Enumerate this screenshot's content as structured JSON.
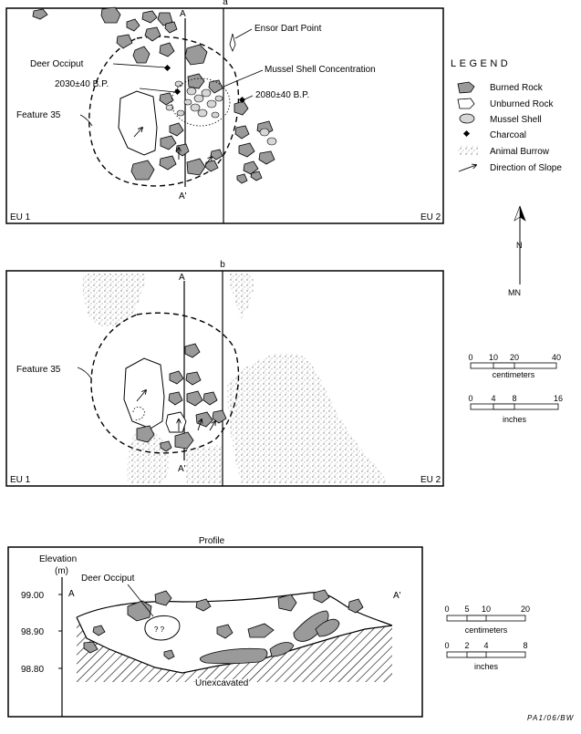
{
  "plan_a": {
    "title": "a",
    "section_top": "A",
    "section_bottom": "A'",
    "unit_left": "EU 1",
    "unit_right": "EU 2",
    "labels": {
      "ensor": "Ensor Dart Point",
      "deer": "Deer Occiput",
      "mussel": "Mussel Shell Concentration",
      "date_left": "2030±40 B.P.",
      "date_right": "2080±40 B.P.",
      "feature": "Feature 35"
    }
  },
  "plan_b": {
    "title": "b",
    "section_top": "A",
    "section_bottom": "A'",
    "unit_left": "EU 1",
    "unit_right": "EU 2",
    "feature": "Feature 35"
  },
  "legend": {
    "title": "LEGEND",
    "items": [
      {
        "icon": "burned-rock-icon",
        "label": "Burned Rock"
      },
      {
        "icon": "unburned-rock-icon",
        "label": "Unburned Rock"
      },
      {
        "icon": "mussel-shell-icon",
        "label": "Mussel Shell"
      },
      {
        "icon": "charcoal-icon",
        "label": "Charcoal"
      },
      {
        "icon": "animal-burrow-icon",
        "label": "Animal Burrow"
      },
      {
        "icon": "slope-arrow-icon",
        "label": "Direction of Slope"
      }
    ]
  },
  "north": {
    "label_n": "N",
    "label_mn": "MN"
  },
  "scale_plan": {
    "cm_ticks": [
      "0",
      "10",
      "20",
      "40"
    ],
    "cm_label": "centimeters",
    "in_ticks": [
      "0",
      "4",
      "8",
      "16"
    ],
    "in_label": "inches"
  },
  "profile": {
    "title": "Profile",
    "elevation_label": "Elevation",
    "unit_label": "(m)",
    "elevations": [
      "99.00",
      "98.90",
      "98.80"
    ],
    "left_marker": "A",
    "right_marker": "A'",
    "deer": "Deer Occiput",
    "unexcavated": "Unexcavated"
  },
  "scale_profile": {
    "cm_ticks": [
      "0",
      "5",
      "10",
      "20"
    ],
    "cm_label": "centimeters",
    "in_ticks": [
      "0",
      "2",
      "4",
      "8"
    ],
    "in_label": "inches"
  },
  "credit": "PA1/06/BW",
  "colors": {
    "burned": "#9a9a9a",
    "burrow": "#c9c9c9",
    "ink": "#000000"
  }
}
